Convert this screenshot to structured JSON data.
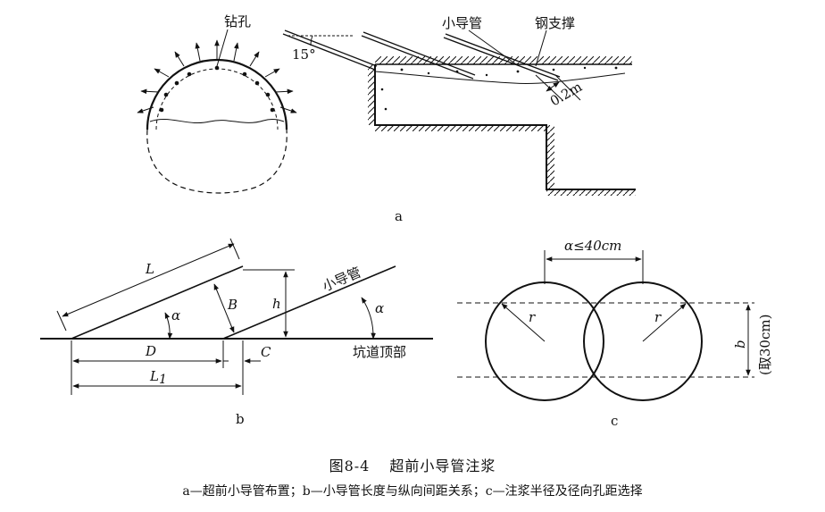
{
  "figure": {
    "number": "图8-4",
    "title": "超前小导管注浆",
    "caption": "a—超前小导管布置；b—小导管长度与纵向间距关系；c—注浆半径及径向孔距选择"
  },
  "panel_a": {
    "sub_label": "a",
    "drill_hole_label": "钻孔",
    "small_pipe_label": "小导管",
    "steel_support_label": "钢支撑",
    "angle_label": "15°",
    "spacing_label": "0.2m"
  },
  "panel_b": {
    "sub_label": "b",
    "L": "L",
    "B": "B",
    "h": "h",
    "alpha1": "α",
    "alpha2": "α",
    "D": "D",
    "C": "C",
    "L1": "L",
    "L1_sub": "1",
    "small_pipe_label": "小导管",
    "tunnel_top_label": "坑道顶部"
  },
  "panel_c": {
    "sub_label": "c",
    "spacing_label": "α≤40cm",
    "r1": "r",
    "r2": "r",
    "b": "b",
    "b_note": "(取30cm)"
  }
}
